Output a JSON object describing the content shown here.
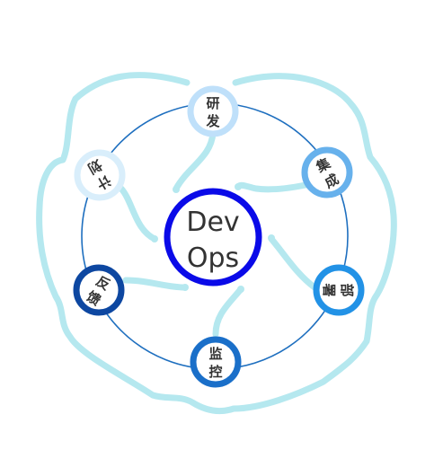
{
  "center": {
    "line1": "Dev",
    "line2": "Ops"
  },
  "nodes": [
    {
      "key": "dev",
      "char1": "研",
      "char2": "发",
      "color": "#BFE0FA"
    },
    {
      "key": "integrate",
      "char1": "集",
      "char2": "成",
      "color": "#67B1EC"
    },
    {
      "key": "deploy",
      "char1": "部",
      "char2": "署",
      "color": "#2292E6"
    },
    {
      "key": "monitor",
      "char1": "监",
      "char2": "控",
      "color": "#1A6FC9"
    },
    {
      "key": "feedback",
      "char1": "反",
      "char2": "馈",
      "color": "#0D47A1"
    },
    {
      "key": "plan",
      "char1": "计",
      "char2": "划",
      "color": "#D9EEFB"
    }
  ],
  "colors": {
    "outer_ring": "#B5E8EF",
    "inner_ring": "#1E6FBF",
    "center_ring": "#0A0AE8",
    "connector": "#B5E8EF"
  }
}
